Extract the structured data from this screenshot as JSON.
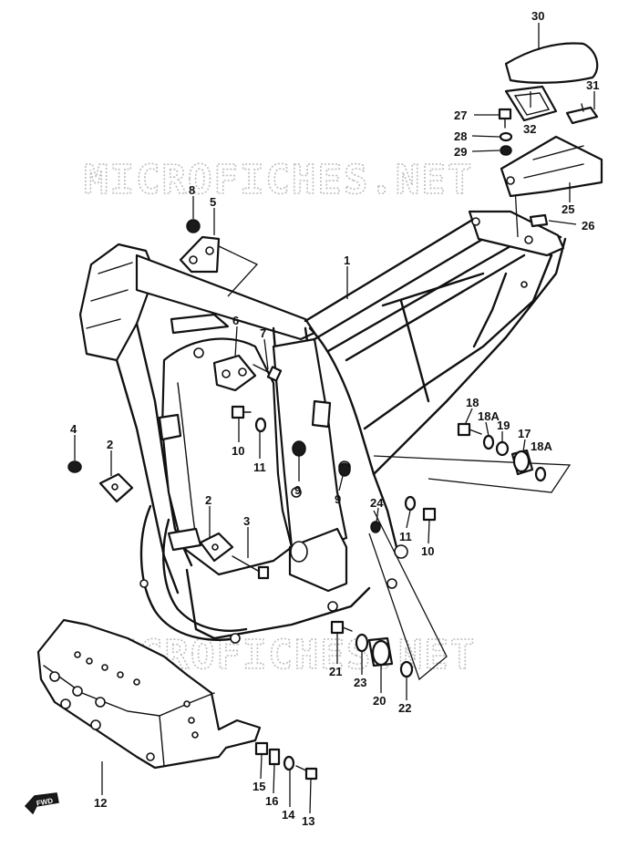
{
  "watermark": {
    "text": "MICROFICHES.NET"
  },
  "fwd_label": "FWD",
  "callouts": {
    "c1": "1",
    "c2a": "2",
    "c2b": "2",
    "c3": "3",
    "c4": "4",
    "c5": "5",
    "c6": "6",
    "c7": "7",
    "c8": "8",
    "c9a": "9",
    "c9b": "9",
    "c10a": "10",
    "c10b": "10",
    "c11a": "11",
    "c11b": "11",
    "c12": "12",
    "c13": "13",
    "c14": "14",
    "c15": "15",
    "c16": "16",
    "c17": "17",
    "c18": "18",
    "c18a1": "18A",
    "c18a2": "18A",
    "c19": "19",
    "c20": "20",
    "c21": "21",
    "c22": "22",
    "c23": "23",
    "c24": "24",
    "c25": "25",
    "c26": "26",
    "c27": "27",
    "c28": "28",
    "c29": "29",
    "c30": "30",
    "c31": "31",
    "c32": "32"
  }
}
